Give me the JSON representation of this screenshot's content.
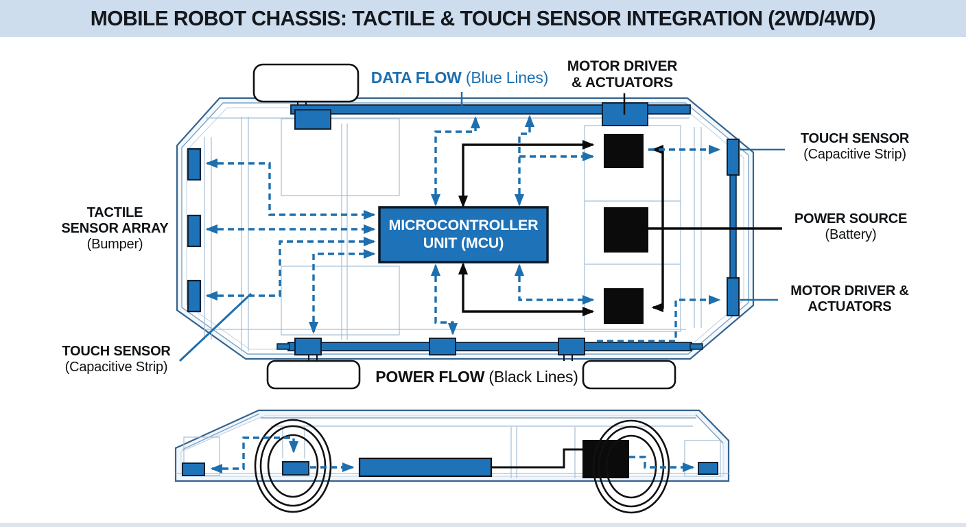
{
  "header": {
    "title": "MOBILE ROBOT CHASSIS: TACTILE & TOUCH SENSOR INTEGRATION (2WD/4WD)"
  },
  "legend": {
    "data_flow_strong": "DATA FLOW",
    "data_flow_rest": " (Blue Lines)",
    "power_flow_strong": "POWER FLOW",
    "power_flow_rest": " (Black Lines)"
  },
  "labels": {
    "motor_driver_top": [
      "MOTOR DRIVER",
      "& ACTUATORS"
    ],
    "touch_sensor_right": [
      "TOUCH SENSOR",
      "(Capacitive Strip)"
    ],
    "power_source": [
      "POWER SOURCE",
      "(Battery)"
    ],
    "motor_driver_right": [
      "MOTOR DRIVER &",
      "ACTUATORS"
    ],
    "tactile_sensor_array": [
      "TACTILE",
      "SENSOR ARRAY",
      "(Bumper)"
    ],
    "touch_sensor_left": [
      "TOUCH SENSOR",
      "(Capacitive Strip)"
    ]
  },
  "mcu": {
    "line1": "MICROCONTROLLER",
    "line2": "UNIT (MCU)"
  },
  "colors": {
    "accent_blue": "#1E72B8",
    "line_blue": "#1D6FAE",
    "power_black": "#0B0B0B",
    "header_bg": "#CDDDEE",
    "chassis_outline": "#35638F"
  }
}
